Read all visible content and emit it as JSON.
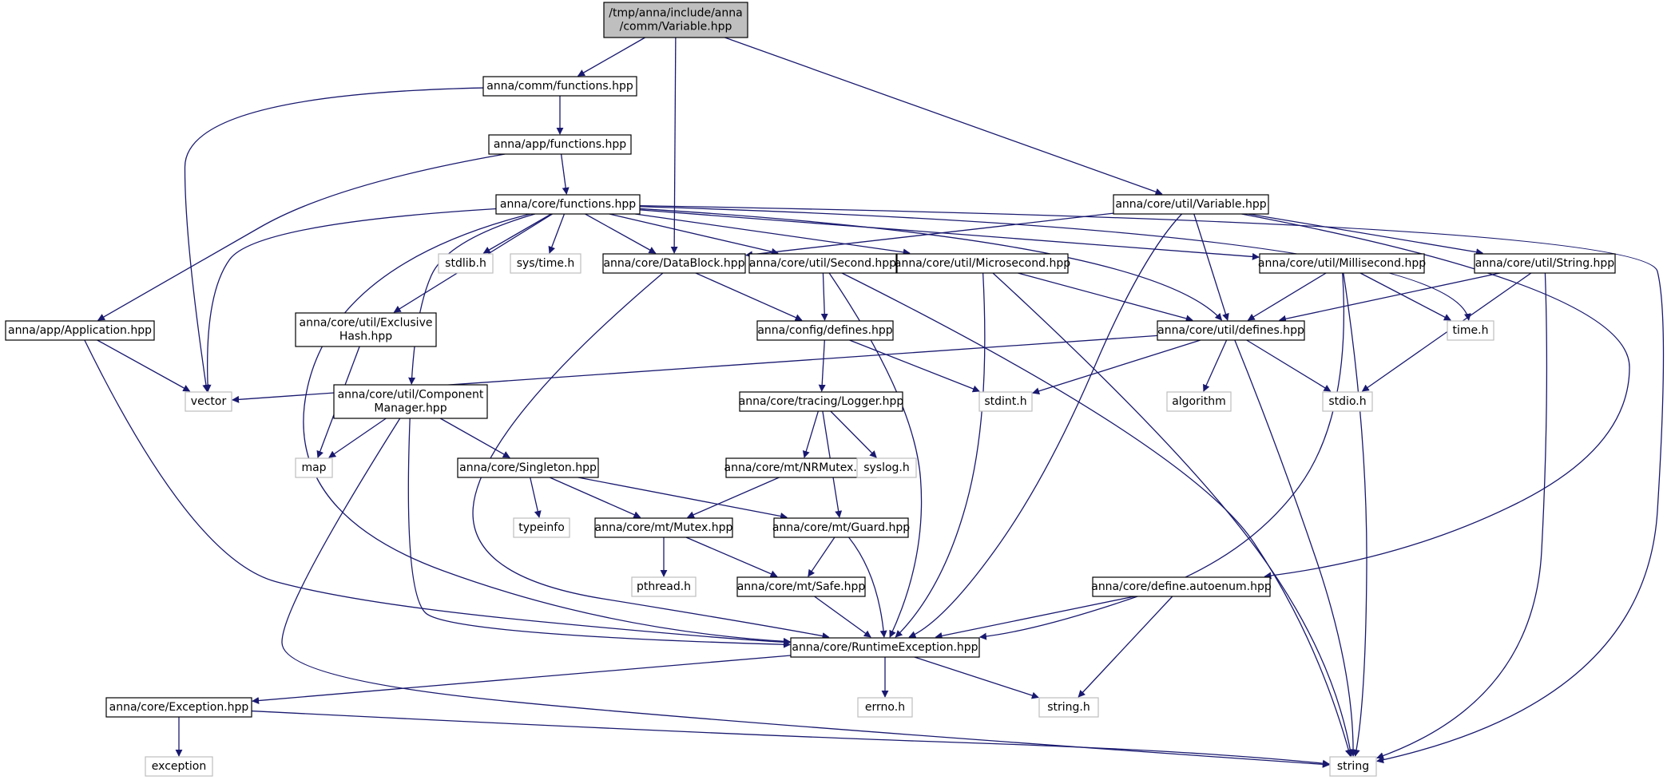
{
  "graph": {
    "colors": {
      "edge": "#191970",
      "root_fill": "#bfbfbf",
      "root_stroke": "#000000",
      "local_stroke": "#000000",
      "system_stroke": "#bfbfbf",
      "system_text": "#555555"
    },
    "nodes": [
      {
        "id": "root",
        "lines": [
          "/tmp/anna/include/anna",
          "/comm/Variable.hpp"
        ],
        "kind": "root"
      },
      {
        "id": "comm_functions",
        "lines": [
          "anna/comm/functions.hpp"
        ],
        "kind": "local"
      },
      {
        "id": "app_functions",
        "lines": [
          "anna/app/functions.hpp"
        ],
        "kind": "local"
      },
      {
        "id": "core_functions",
        "lines": [
          "anna/core/functions.hpp"
        ],
        "kind": "local"
      },
      {
        "id": "util_variable",
        "lines": [
          "anna/core/util/Variable.hpp"
        ],
        "kind": "local"
      },
      {
        "id": "app_application",
        "lines": [
          "anna/app/Application.hpp"
        ],
        "kind": "local"
      },
      {
        "id": "vector",
        "lines": [
          "vector"
        ],
        "kind": "system"
      },
      {
        "id": "exclusive_hash",
        "lines": [
          "anna/core/util/Exclusive",
          "Hash.hpp"
        ],
        "kind": "local"
      },
      {
        "id": "stdlib_h",
        "lines": [
          "stdlib.h"
        ],
        "kind": "system"
      },
      {
        "id": "sys_time_h",
        "lines": [
          "sys/time.h"
        ],
        "kind": "system"
      },
      {
        "id": "datablock",
        "lines": [
          "anna/core/DataBlock.hpp"
        ],
        "kind": "local"
      },
      {
        "id": "util_second",
        "lines": [
          "anna/core/util/Second.hpp"
        ],
        "kind": "local"
      },
      {
        "id": "util_microsecond",
        "lines": [
          "anna/core/util/Microsecond.hpp"
        ],
        "kind": "local"
      },
      {
        "id": "util_millisecond",
        "lines": [
          "anna/core/util/Millisecond.hpp"
        ],
        "kind": "local"
      },
      {
        "id": "util_string",
        "lines": [
          "anna/core/util/String.hpp"
        ],
        "kind": "local"
      },
      {
        "id": "time_h",
        "lines": [
          "time.h"
        ],
        "kind": "system"
      },
      {
        "id": "component_manager",
        "lines": [
          "anna/core/util/Component",
          "Manager.hpp"
        ],
        "kind": "local"
      },
      {
        "id": "map",
        "lines": [
          "map"
        ],
        "kind": "system"
      },
      {
        "id": "config_defines",
        "lines": [
          "anna/config/defines.hpp"
        ],
        "kind": "local"
      },
      {
        "id": "util_defines",
        "lines": [
          "anna/core/util/defines.hpp"
        ],
        "kind": "local"
      },
      {
        "id": "logger",
        "lines": [
          "anna/core/tracing/Logger.hpp"
        ],
        "kind": "local"
      },
      {
        "id": "stdint_h",
        "lines": [
          "stdint.h"
        ],
        "kind": "system"
      },
      {
        "id": "algorithm",
        "lines": [
          "algorithm"
        ],
        "kind": "system"
      },
      {
        "id": "stdio_h",
        "lines": [
          "stdio.h"
        ],
        "kind": "system"
      },
      {
        "id": "singleton",
        "lines": [
          "anna/core/Singleton.hpp"
        ],
        "kind": "local"
      },
      {
        "id": "nrmutex",
        "lines": [
          "anna/core/mt/NRMutex.hpp"
        ],
        "kind": "local"
      },
      {
        "id": "syslog_h",
        "lines": [
          "syslog.h"
        ],
        "kind": "system"
      },
      {
        "id": "typeinfo",
        "lines": [
          "typeinfo"
        ],
        "kind": "system"
      },
      {
        "id": "mutex",
        "lines": [
          "anna/core/mt/Mutex.hpp"
        ],
        "kind": "local"
      },
      {
        "id": "guard",
        "lines": [
          "anna/core/mt/Guard.hpp"
        ],
        "kind": "local"
      },
      {
        "id": "pthread_h",
        "lines": [
          "pthread.h"
        ],
        "kind": "system"
      },
      {
        "id": "safe",
        "lines": [
          "anna/core/mt/Safe.hpp"
        ],
        "kind": "local"
      },
      {
        "id": "define_autoenum",
        "lines": [
          "anna/core/define.autoenum.hpp"
        ],
        "kind": "local"
      },
      {
        "id": "runtime_exception",
        "lines": [
          "anna/core/RuntimeException.hpp"
        ],
        "kind": "local"
      },
      {
        "id": "exception_hpp",
        "lines": [
          "anna/core/Exception.hpp"
        ],
        "kind": "local"
      },
      {
        "id": "errno_h",
        "lines": [
          "errno.h"
        ],
        "kind": "system"
      },
      {
        "id": "string_h",
        "lines": [
          "string.h"
        ],
        "kind": "system"
      },
      {
        "id": "exception",
        "lines": [
          "exception"
        ],
        "kind": "system"
      },
      {
        "id": "string",
        "lines": [
          "string"
        ],
        "kind": "system"
      }
    ],
    "edges": [
      [
        "root",
        "comm_functions"
      ],
      [
        "root",
        "datablock"
      ],
      [
        "root",
        "util_variable"
      ],
      [
        "comm_functions",
        "app_functions"
      ],
      [
        "comm_functions",
        "vector"
      ],
      [
        "app_functions",
        "core_functions"
      ],
      [
        "app_functions",
        "app_application"
      ],
      [
        "core_functions",
        "vector"
      ],
      [
        "core_functions",
        "exclusive_hash"
      ],
      [
        "core_functions",
        "component_manager"
      ],
      [
        "core_functions",
        "stdlib_h"
      ],
      [
        "core_functions",
        "sys_time_h"
      ],
      [
        "core_functions",
        "datablock"
      ],
      [
        "core_functions",
        "util_second"
      ],
      [
        "core_functions",
        "util_microsecond"
      ],
      [
        "core_functions",
        "util_millisecond"
      ],
      [
        "core_functions",
        "util_defines"
      ],
      [
        "core_functions",
        "time_h"
      ],
      [
        "core_functions",
        "runtime_exception"
      ],
      [
        "core_functions",
        "string"
      ],
      [
        "util_variable",
        "datablock"
      ],
      [
        "util_variable",
        "util_string"
      ],
      [
        "util_variable",
        "util_defines"
      ],
      [
        "util_variable",
        "define_autoenum"
      ],
      [
        "util_variable",
        "runtime_exception"
      ],
      [
        "app_application",
        "vector"
      ],
      [
        "app_application",
        "runtime_exception"
      ],
      [
        "exclusive_hash",
        "map"
      ],
      [
        "component_manager",
        "map"
      ],
      [
        "component_manager",
        "singleton"
      ],
      [
        "component_manager",
        "runtime_exception"
      ],
      [
        "component_manager",
        "string"
      ],
      [
        "datablock",
        "config_defines"
      ],
      [
        "datablock",
        "runtime_exception"
      ],
      [
        "util_second",
        "config_defines"
      ],
      [
        "util_second",
        "runtime_exception"
      ],
      [
        "util_second",
        "string"
      ],
      [
        "util_microsecond",
        "util_defines"
      ],
      [
        "util_microsecond",
        "runtime_exception"
      ],
      [
        "util_microsecond",
        "string"
      ],
      [
        "util_millisecond",
        "util_defines"
      ],
      [
        "util_millisecond",
        "time_h"
      ],
      [
        "util_millisecond",
        "runtime_exception"
      ],
      [
        "util_millisecond",
        "string"
      ],
      [
        "util_string",
        "util_defines"
      ],
      [
        "util_string",
        "stdio_h"
      ],
      [
        "util_string",
        "string"
      ],
      [
        "config_defines",
        "logger"
      ],
      [
        "config_defines",
        "stdint_h"
      ],
      [
        "util_defines",
        "vector"
      ],
      [
        "util_defines",
        "stdint_h"
      ],
      [
        "util_defines",
        "algorithm"
      ],
      [
        "util_defines",
        "stdio_h"
      ],
      [
        "util_defines",
        "string"
      ],
      [
        "logger",
        "nrmutex"
      ],
      [
        "logger",
        "syslog_h"
      ],
      [
        "logger",
        "guard"
      ],
      [
        "nrmutex",
        "mutex"
      ],
      [
        "singleton",
        "typeinfo"
      ],
      [
        "singleton",
        "mutex"
      ],
      [
        "singleton",
        "guard"
      ],
      [
        "mutex",
        "pthread_h"
      ],
      [
        "mutex",
        "safe"
      ],
      [
        "guard",
        "safe"
      ],
      [
        "guard",
        "runtime_exception"
      ],
      [
        "safe",
        "runtime_exception"
      ],
      [
        "define_autoenum",
        "runtime_exception"
      ],
      [
        "define_autoenum",
        "string_h"
      ],
      [
        "runtime_exception",
        "exception_hpp"
      ],
      [
        "runtime_exception",
        "errno_h"
      ],
      [
        "runtime_exception",
        "string_h"
      ],
      [
        "exception_hpp",
        "exception"
      ],
      [
        "exception_hpp",
        "string"
      ]
    ]
  }
}
